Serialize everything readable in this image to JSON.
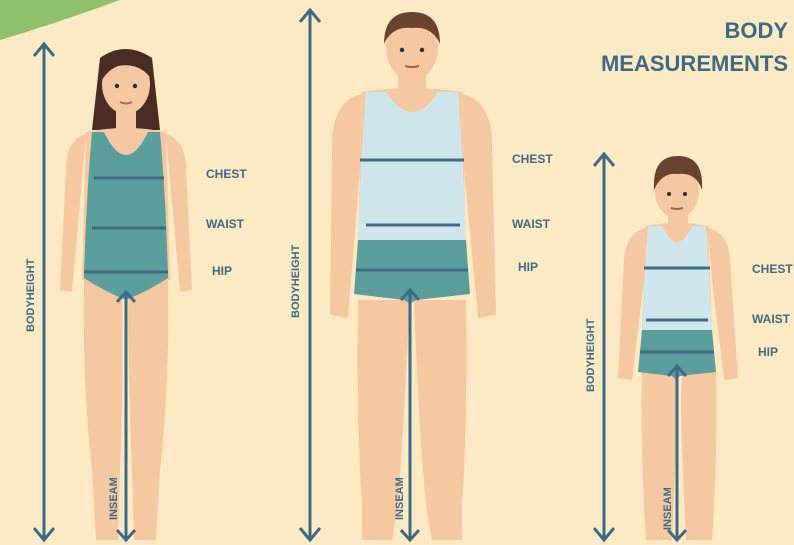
{
  "title": {
    "line1": "BODY",
    "line2": "MEASUREMENTS"
  },
  "labels": {
    "bodyheight": "BODYHEIGHT",
    "inseam": "INSEAM",
    "chest": "CHEST",
    "waist": "WAIST",
    "hip": "HIP"
  },
  "colors": {
    "background": "#fbeac4",
    "skin": "#f5c8a2",
    "hair_woman": "#4a2c22",
    "hair_man": "#6a4330",
    "swimsuit": "#5b9e9c",
    "tank_top": "#cfe7ec",
    "shorts": "#5b9e9c",
    "measure_line": "#3e6a86",
    "corner_accent": "#8fc16a"
  },
  "figures": [
    "woman",
    "man",
    "child"
  ]
}
